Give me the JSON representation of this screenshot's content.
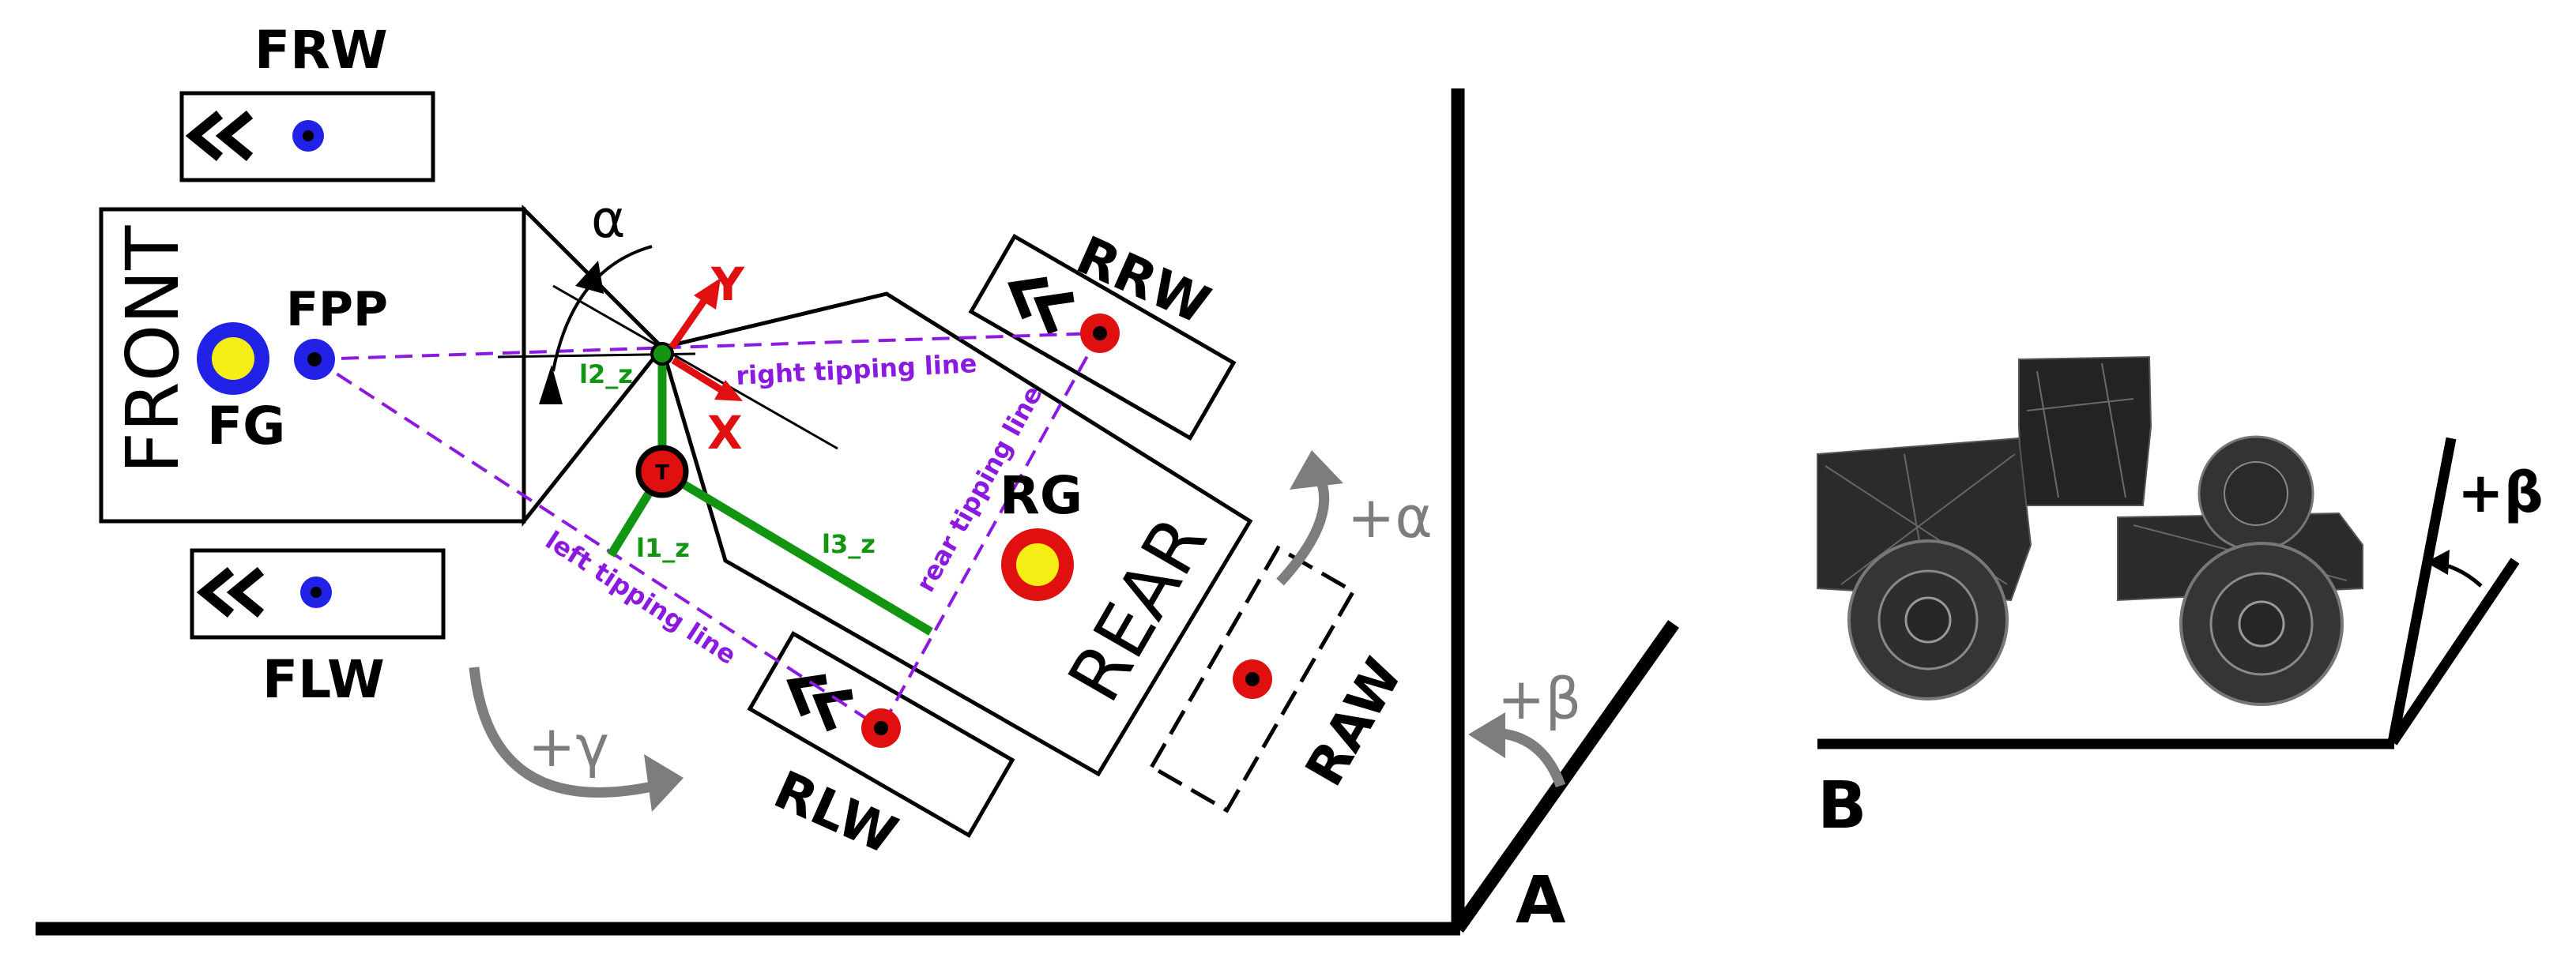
{
  "panel_a": {
    "panel_label": "A",
    "wheels": {
      "frw": "FRW",
      "flw": "FLW",
      "rrw": "RRW",
      "rlw": "RLW",
      "raw": "RAW"
    },
    "body": {
      "front": "FRONT",
      "rear": "REAR"
    },
    "points": {
      "fpp": "FPP",
      "fg": "FG",
      "rg": "RG",
      "t": "T"
    },
    "axes": {
      "y": "Y",
      "x": "X"
    },
    "lengths": {
      "l1": "l1_z",
      "l2": "l2_z",
      "l3": "l3_z"
    },
    "tipping_lines": {
      "right": "right tipping line",
      "left": "left tipping line",
      "rear": "rear tipping line"
    },
    "angles": {
      "alpha": "α",
      "plus_alpha": "+α",
      "plus_beta": "+β",
      "plus_gamma": "+γ"
    }
  },
  "panel_b": {
    "panel_label": "B",
    "plus_beta": "+β"
  },
  "colors": {
    "blue": "#2222e6",
    "yellow": "#f5ee15",
    "red": "#e01010",
    "green": "#129612",
    "purple": "#8b19e0",
    "gray": "#7d7d7d",
    "tractor": "#2a2a2a"
  }
}
